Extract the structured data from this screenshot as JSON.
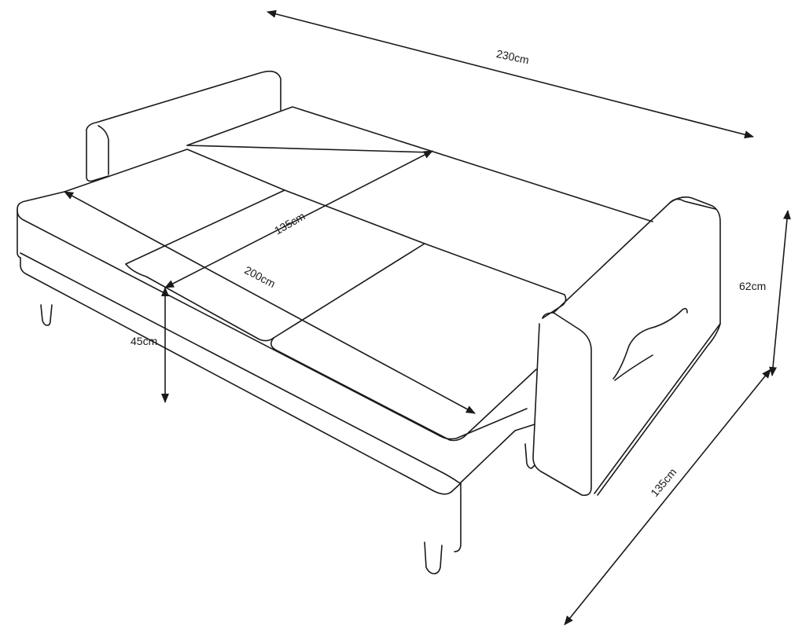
{
  "dimensions": {
    "width_total": "230cm",
    "depth_seat": "135cm",
    "bed_length": "200cm",
    "seat_height": "45cm",
    "back_height": "62cm",
    "depth_total": "135cm"
  },
  "colors": {
    "stroke": "#1a1a1a",
    "background": "#ffffff"
  }
}
